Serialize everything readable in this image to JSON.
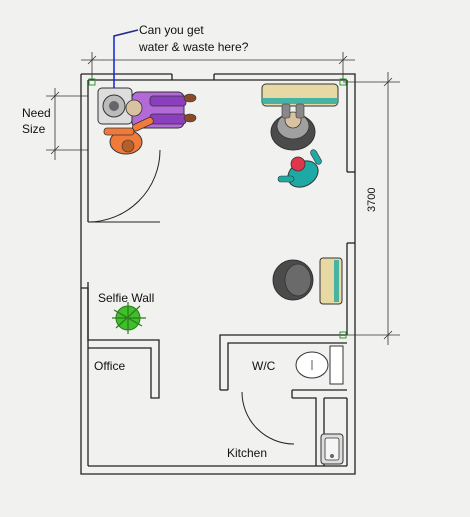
{
  "annotations": {
    "question_line1": "Can you get",
    "question_line2": "water & waste here?",
    "need_size_line1": "Need",
    "need_size_line2": "Size"
  },
  "dimension": {
    "height_label": "3700"
  },
  "rooms": {
    "selfie_wall": "Selfie Wall",
    "office": "Office",
    "wc": "W/C",
    "kitchen": "Kitchen"
  },
  "colors": {
    "wall": "#222222",
    "pointer": "#1a2fd6",
    "chair_purple": "#b469d8",
    "stylist_orange": "#f07a3a",
    "client_teal": "#1fa9a4",
    "customer_red": "#e0364b",
    "sofa": "#e7d9a4",
    "chair_dark": "#4b4b4b",
    "plant": "#3fbf2a"
  }
}
